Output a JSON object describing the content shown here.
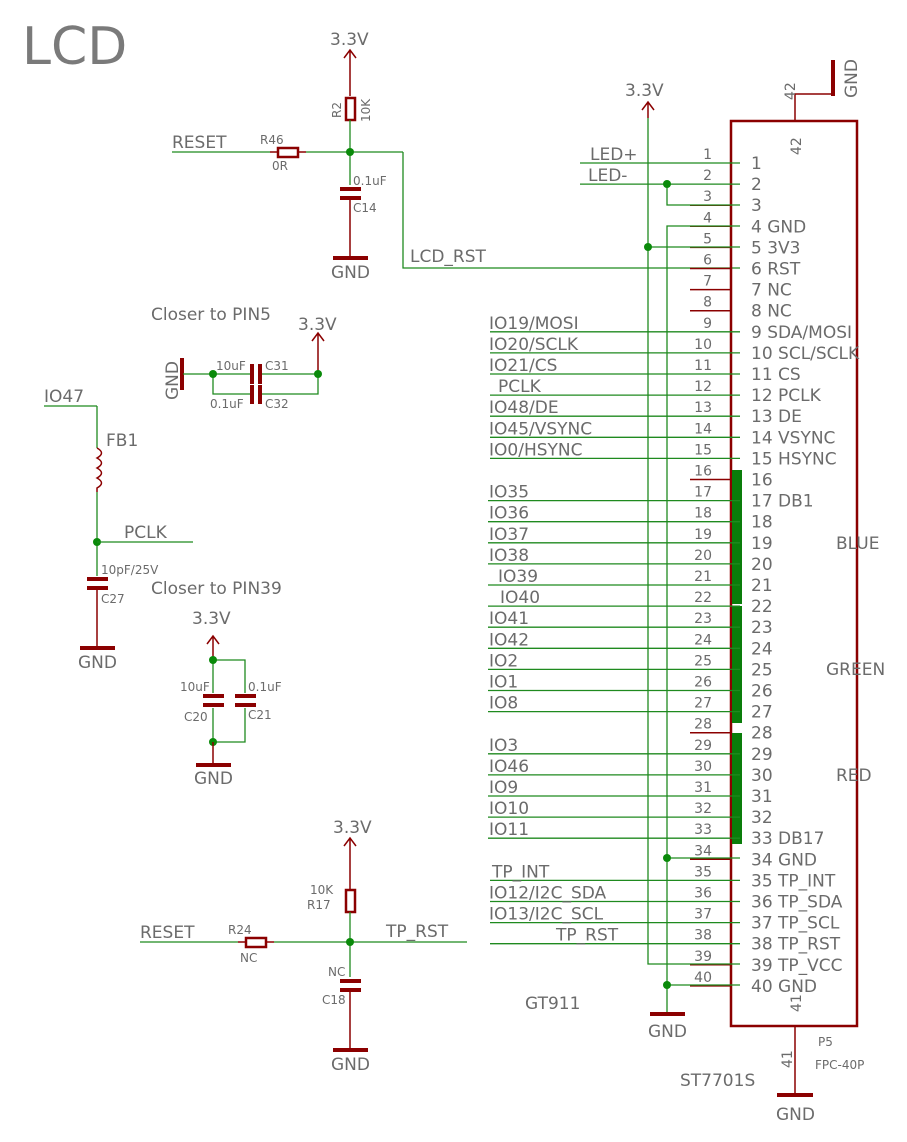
{
  "title": "LCD",
  "power": {
    "v33": "3.3V",
    "gnd": "GND"
  },
  "nets": {
    "reset": "RESET",
    "lcd_rst": "LCD_RST",
    "pclk": "PCLK",
    "io47": "IO47",
    "tp_rst": "TP_RST",
    "led_plus": "LED+",
    "led_minus": "LED-"
  },
  "notes": {
    "pin5": "Closer to PIN5",
    "pin39": "Closer to PIN39"
  },
  "parts": {
    "r46": {
      "ref": "R46",
      "val": "0R"
    },
    "r2": {
      "ref": "R2",
      "val": "10K"
    },
    "c14": {
      "ref": "C14",
      "val": "0.1uF"
    },
    "c31": {
      "ref": "C31",
      "val": "10uF"
    },
    "c32": {
      "ref": "C32",
      "val": "0.1uF"
    },
    "fb1": {
      "ref": "FB1"
    },
    "c27": {
      "ref": "C27",
      "val": "10pF/25V"
    },
    "c20": {
      "ref": "C20",
      "val": "10uF"
    },
    "c21": {
      "ref": "C21",
      "val": "0.1uF"
    },
    "r17": {
      "ref": "R17",
      "val": "10K"
    },
    "r24": {
      "ref": "R24",
      "val": "NC"
    },
    "c18": {
      "ref": "C18",
      "val": "NC"
    }
  },
  "connector": {
    "ref": "P5",
    "package": "FPC-40P",
    "driver": "ST7701S",
    "touch": "GT911",
    "pin41": "41",
    "pin42": "42",
    "groups": {
      "blue": "BLUE",
      "green": "GREEN",
      "red": "RED"
    },
    "pins": [
      {
        "n": "1",
        "name": "1",
        "net": "LED+"
      },
      {
        "n": "2",
        "name": "2",
        "net": "LED-"
      },
      {
        "n": "3",
        "name": "3",
        "net": ""
      },
      {
        "n": "4",
        "name": "4 GND",
        "net": ""
      },
      {
        "n": "5",
        "name": "5 3V3",
        "net": ""
      },
      {
        "n": "6",
        "name": "6 RST",
        "net": ""
      },
      {
        "n": "7",
        "name": "7 NC",
        "net": ""
      },
      {
        "n": "8",
        "name": "8 NC",
        "net": ""
      },
      {
        "n": "9",
        "name": "9 SDA/MOSI",
        "net": "IO19/MOSI"
      },
      {
        "n": "10",
        "name": "10 SCL/SCLK",
        "net": "IO20/SCLK"
      },
      {
        "n": "11",
        "name": "11 CS",
        "net": "IO21/CS"
      },
      {
        "n": "12",
        "name": "12 PCLK",
        "net": "PCLK"
      },
      {
        "n": "13",
        "name": "13 DE",
        "net": "IO48/DE"
      },
      {
        "n": "14",
        "name": "14 VSYNC",
        "net": "IO45/VSYNC"
      },
      {
        "n": "15",
        "name": "15 HSYNC",
        "net": "IO0/HSYNC"
      },
      {
        "n": "16",
        "name": "16",
        "net": ""
      },
      {
        "n": "17",
        "name": "17   DB1",
        "net": "IO35"
      },
      {
        "n": "18",
        "name": "18",
        "net": "IO36"
      },
      {
        "n": "19",
        "name": "19",
        "net": "IO37"
      },
      {
        "n": "20",
        "name": "20",
        "net": "IO38"
      },
      {
        "n": "21",
        "name": "21",
        "net": "IO39"
      },
      {
        "n": "22",
        "name": "22",
        "net": "IO40"
      },
      {
        "n": "23",
        "name": "23",
        "net": "IO41"
      },
      {
        "n": "24",
        "name": "24",
        "net": "IO42"
      },
      {
        "n": "25",
        "name": "25",
        "net": "IO2"
      },
      {
        "n": "26",
        "name": "26",
        "net": "IO1"
      },
      {
        "n": "27",
        "name": "27",
        "net": "IO8"
      },
      {
        "n": "28",
        "name": "28",
        "net": ""
      },
      {
        "n": "29",
        "name": "29",
        "net": "IO3"
      },
      {
        "n": "30",
        "name": "30",
        "net": "IO46"
      },
      {
        "n": "31",
        "name": "31",
        "net": "IO9"
      },
      {
        "n": "32",
        "name": "32",
        "net": "IO10"
      },
      {
        "n": "33",
        "name": "33 DB17",
        "net": "IO11"
      },
      {
        "n": "34",
        "name": "34 GND",
        "net": ""
      },
      {
        "n": "35",
        "name": "35 TP_INT",
        "net": "TP_INT"
      },
      {
        "n": "36",
        "name": "36 TP_SDA",
        "net": "IO12/I2C_SDA"
      },
      {
        "n": "37",
        "name": "37 TP_SCL",
        "net": "IO13/I2C_SCL"
      },
      {
        "n": "38",
        "name": "38 TP_RST",
        "net": "TP_RST"
      },
      {
        "n": "39",
        "name": "39 TP_VCC",
        "net": ""
      },
      {
        "n": "40",
        "name": "40 GND",
        "net": ""
      }
    ]
  }
}
